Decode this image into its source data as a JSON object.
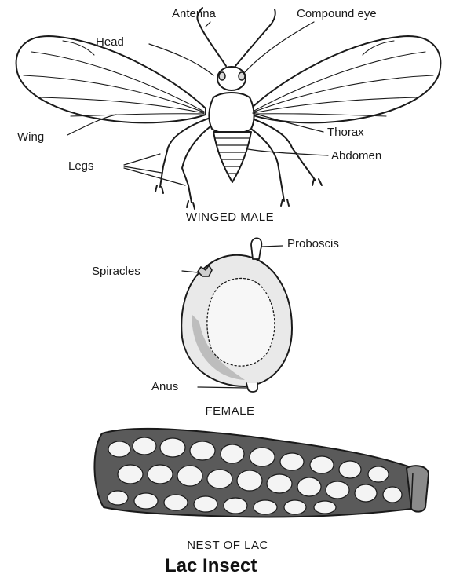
{
  "male": {
    "caption": "WINGED MALE",
    "labels": {
      "antenna": "Antenna",
      "compound_eye": "Compound eye",
      "head": "Head",
      "wing": "Wing",
      "thorax": "Thorax",
      "legs": "Legs",
      "abdomen": "Abdomen"
    }
  },
  "female": {
    "caption": "FEMALE",
    "labels": {
      "proboscis": "Proboscis",
      "spiracles": "Spiracles",
      "anus": "Anus"
    }
  },
  "nest": {
    "caption": "NEST OF LAC"
  },
  "title": "Lac Insect",
  "colors": {
    "ink": "#1a1a1a",
    "shade": "#6e6e6e",
    "nest_fill": "#5a5a5a",
    "cell_fill": "#f4f4f4"
  }
}
